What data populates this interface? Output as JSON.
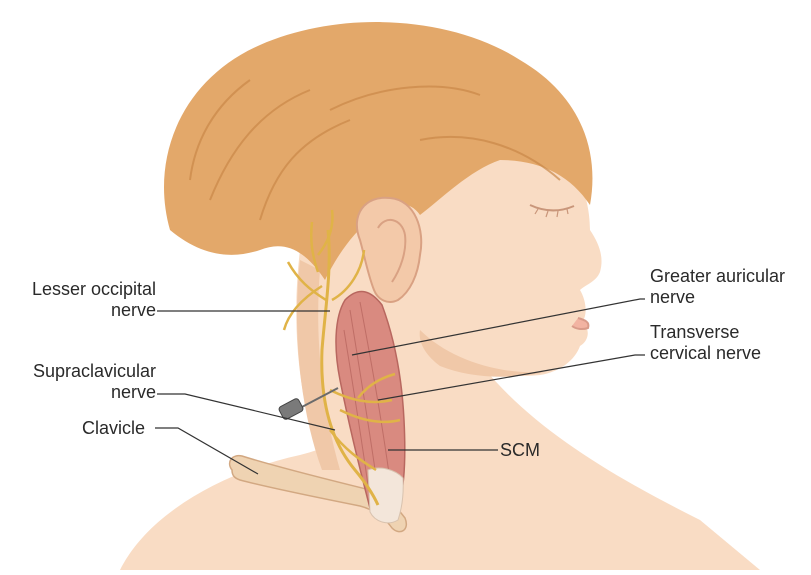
{
  "labels": {
    "lesser_occipital": [
      "Lesser occipital",
      "nerve"
    ],
    "supraclavicular": [
      "Supraclavicular",
      "nerve"
    ],
    "clavicle": "Clavicle",
    "greater_auricular": [
      "Greater auricular",
      "nerve"
    ],
    "transverse_cervical": [
      "Transverse",
      "cervical nerve"
    ],
    "scm": "SCM"
  },
  "colors": {
    "skin": "#f9dcc4",
    "skin_shadow": "#eebf9e",
    "hair": "#e3a86a",
    "hair_dark": "#c98748",
    "muscle": "#d98a80",
    "muscle_dark": "#b8675f",
    "tendon": "#f3e6da",
    "bone": "#efd3b2",
    "nerve": "#e0b347",
    "leader_line": "#333333",
    "needle": "#6b6b6b"
  }
}
